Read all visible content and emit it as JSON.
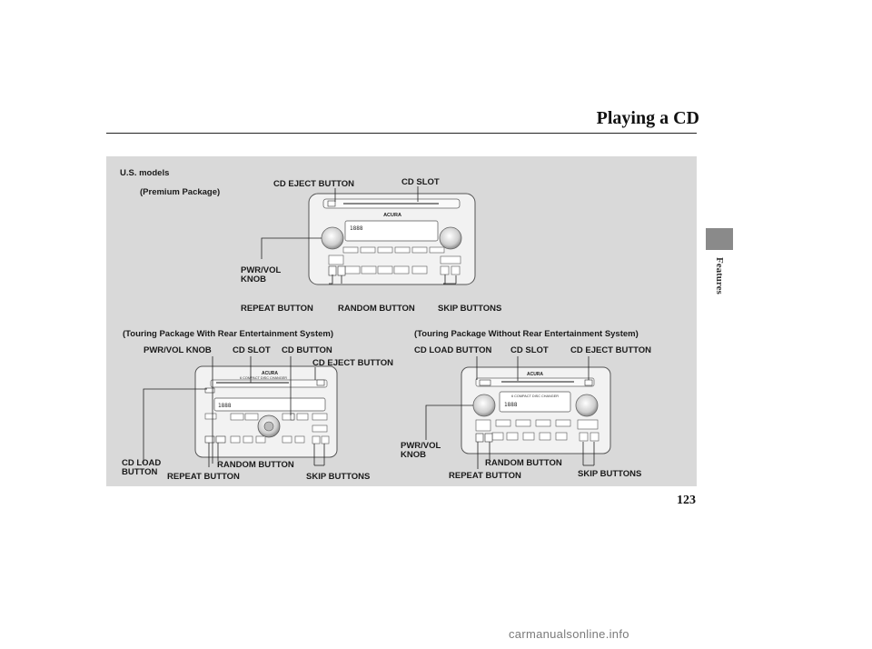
{
  "page": {
    "title": "Playing a CD",
    "side_label": "Features",
    "page_number": "123",
    "watermark": "carmanualsonline.info"
  },
  "sections": {
    "us_models": "U.S. models",
    "premium": "(Premium Package)",
    "touring_rear": "(Touring Package With Rear Entertainment System)",
    "touring_no_rear": "(Touring Package Without Rear Entertainment System)"
  },
  "premium_labels": {
    "cd_eject": "CD EJECT BUTTON",
    "cd_slot": "CD SLOT",
    "pwr_vol_1": "PWR/VOL",
    "pwr_vol_2": "KNOB",
    "repeat": "REPEAT BUTTON",
    "random": "RANDOM BUTTON",
    "skip": "SKIP BUTTONS"
  },
  "rear_labels": {
    "pwr_vol": "PWR/VOL KNOB",
    "cd_slot": "CD SLOT",
    "cd_button": "CD BUTTON",
    "cd_eject": "CD EJECT BUTTON",
    "cd_load_1": "CD LOAD",
    "cd_load_2": "BUTTON",
    "random": "RANDOM BUTTON",
    "repeat": "REPEAT BUTTON",
    "skip": "SKIP BUTTONS"
  },
  "norear_labels": {
    "cd_load": "CD LOAD BUTTON",
    "cd_slot": "CD SLOT",
    "cd_eject": "CD EJECT BUTTON",
    "pwr_vol_1": "PWR/VOL",
    "pwr_vol_2": "KNOB",
    "random": "RANDOM BUTTON",
    "repeat": "REPEAT BUTTON",
    "skip": "SKIP BUTTONS"
  },
  "radio_text": {
    "brand": "ACURA",
    "changer": "6 COMPACT DISC CHANGER",
    "display_digits": "1888"
  }
}
